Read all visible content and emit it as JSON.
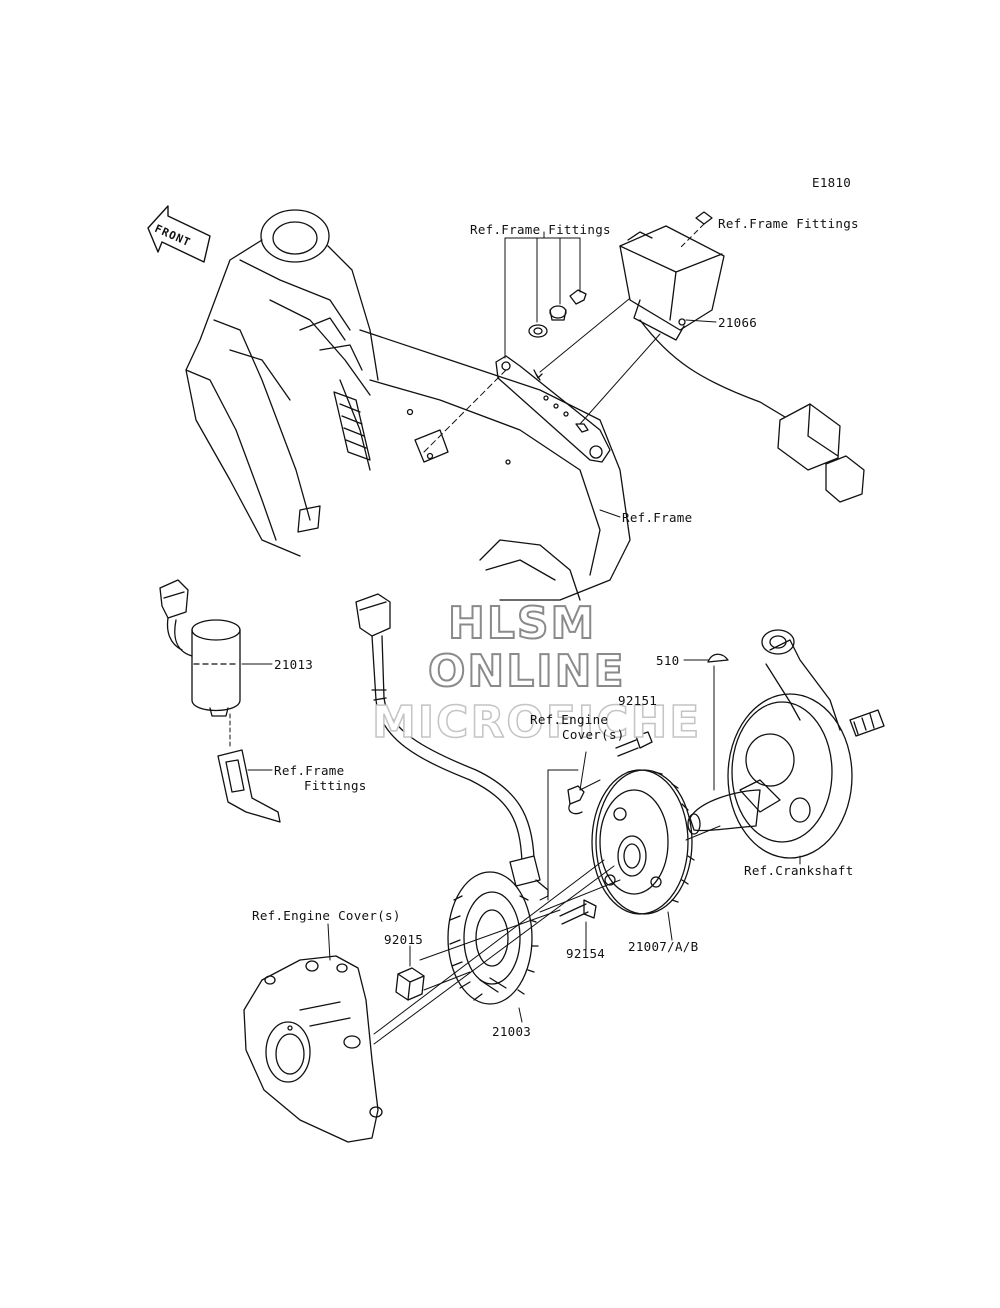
{
  "diagram_code": "E1810",
  "front_label": "FRONT",
  "watermark": [
    "HLSM",
    "ONLINE",
    "MICROFICHE"
  ],
  "labels": {
    "ref_frame_fittings_top": "Ref.Frame Fittings",
    "ref_frame_fittings_right": "Ref.Frame Fittings",
    "part_21066": "21066",
    "ref_frame": "Ref.Frame",
    "part_21013": "21013",
    "ref_frame_fittings_left_1": "Ref.Frame",
    "ref_frame_fittings_left_2": "Fittings",
    "part_510": "510",
    "part_92151": "92151",
    "ref_engine_cover_mid_1": "Ref.Engine",
    "ref_engine_cover_mid_2": "Cover(s)",
    "ref_crankshaft": "Ref.Crankshaft",
    "ref_engine_covers_left": "Ref.Engine Cover(s)",
    "part_92015": "92015",
    "part_92154": "92154",
    "part_21007": "21007/A/B",
    "part_21003": "21003"
  }
}
